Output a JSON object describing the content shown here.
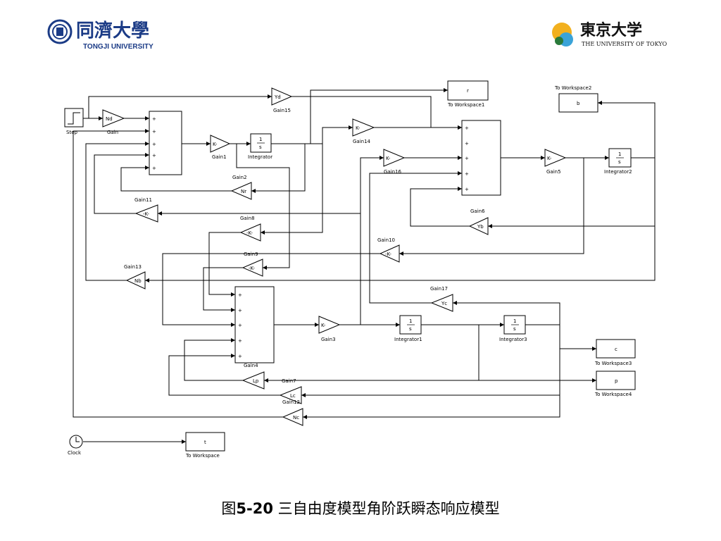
{
  "header": {
    "left_logo_text": "同濟大學",
    "left_logo_sub": "TONGJI UNIVERSITY",
    "right_logo_text": "東京大学",
    "right_logo_sub": "THE UNIVERSITY OF TOKYO"
  },
  "caption": {
    "figure_number": "图5-20",
    "figure_prefix": "图",
    "figure_id": "5-20",
    "title": "三自由度模型角阶跃瞬态响应模型"
  },
  "blocks": {
    "step": "Step",
    "clock": "Clock",
    "gain": {
      "text": "Nd",
      "label": "Gain"
    },
    "gain1": {
      "text": "K-",
      "label": "Gain1"
    },
    "gain2": {
      "text": "Nr",
      "label": "Gain2"
    },
    "gain3": {
      "text": "K-",
      "label": "Gain3"
    },
    "gain4": {
      "label": "Gain4"
    },
    "gain5": {
      "text": "K-",
      "label": "Gain5"
    },
    "gain6": {
      "text": "Yb",
      "label": "Gain6"
    },
    "gain7": {
      "text": "Lp",
      "label": "Gain7"
    },
    "gain8": {
      "text": "-K-",
      "label": "Gain8"
    },
    "gain9": {
      "text": "-K-",
      "label": "Gain9"
    },
    "gain10": {
      "text": "-K-",
      "label": "Gain10"
    },
    "gain11": {
      "text": "-K-",
      "label": "Gain11"
    },
    "gain12": {
      "text": "Lc",
      "label": "Gain12"
    },
    "gain13": {
      "text": "Nb",
      "label": "Gain13"
    },
    "gain14": {
      "text": "K-",
      "label": "Gain14"
    },
    "gain15": {
      "text": "Yd",
      "label": "Gain15"
    },
    "gain16": {
      "text": "K-",
      "label": "Gain16"
    },
    "gain17": {
      "text": "Yc",
      "label": "Gain17"
    },
    "nc": {
      "text": "Nc"
    },
    "integrator": {
      "num": "1",
      "den": "s",
      "label": "Integrator"
    },
    "integrator1": {
      "num": "1",
      "den": "s",
      "label": "Integrator1"
    },
    "integrator2": {
      "num": "1",
      "den": "s",
      "label": "Integrator2"
    },
    "integrator3": {
      "num": "1",
      "den": "s",
      "label": "Integrator3"
    },
    "ws": {
      "text": "t",
      "label": "To Workspace"
    },
    "ws1": {
      "text": "r",
      "label": "To Workspace1"
    },
    "ws2": {
      "text": "b",
      "label": "To Workspace2"
    },
    "ws3": {
      "text": "c",
      "label": "To Workspace3"
    },
    "ws4": {
      "text": "p",
      "label": "To Workspace4"
    },
    "plus": "+"
  }
}
